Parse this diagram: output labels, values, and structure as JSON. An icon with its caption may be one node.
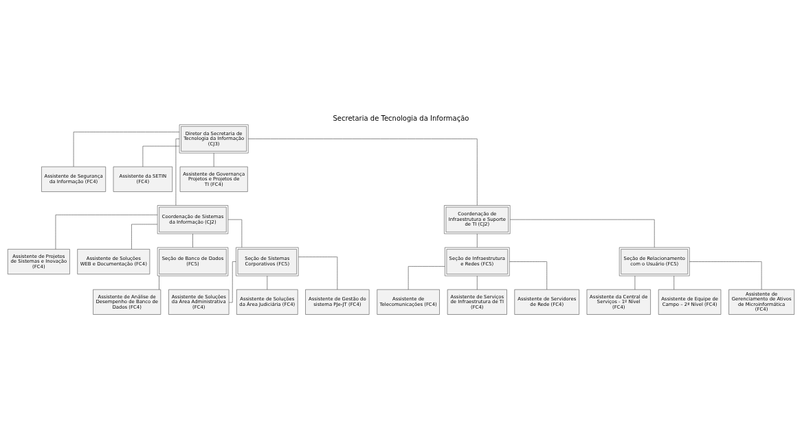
{
  "diagram": {
    "title": "Secretaria de Tecnologia da Informação",
    "nodes": [
      {
        "text": [
          "Diretor da Secretaria de Tecnologia da Informação (CJ3)"
        ]
      },
      {
        "text": [
          "Assistente de Segurança da Informação (FC4)"
        ]
      },
      {
        "text": [
          "Assistente da SETIN (FC4)"
        ]
      },
      {
        "text": [
          "Assistente de Governança Projetos e Projetos de TI (FC4)"
        ]
      },
      {
        "text": [
          "Coordenação de Sistemas da Informação (CJ2)"
        ]
      },
      {
        "text": [
          "Coordenação de Infraestrutura e Suporte de TI (CJ2)"
        ]
      },
      {
        "text": [
          "Assistente de Projetos de Sistemas e Inovação (FC4)"
        ]
      },
      {
        "text": [
          "Assistente de Soluções WEB e Documentação (FC4)"
        ]
      },
      {
        "text": [
          "Seção de Banco de Dados (FC5)"
        ]
      },
      {
        "text": [
          "Seção de Sistemas Corporativos (FC5)"
        ]
      },
      {
        "text": [
          "Assistente de Análise de Desempenho de Banco de Dados (FC4)"
        ]
      },
      {
        "text": [
          "Assistente de Soluções da Área Administrativa (FC4)"
        ]
      },
      {
        "text": [
          "Assistente de Soluções da Área Judiciária (FC4)"
        ]
      },
      {
        "text": [
          "Assistente de Gestão do sistema PJe-JT (FC4)"
        ]
      },
      {
        "text": [
          "Seção de Infraestrutura e Redes (FC5)"
        ]
      },
      {
        "text": [
          "Seção de Relacionamento com o Usuário (FC5)"
        ]
      },
      {
        "text": [
          "Assistente de Telecomunicações (FC4)"
        ]
      },
      {
        "text": [
          "Assistente de Serviços de Infraestrutura de TI (FC4)"
        ]
      },
      {
        "text": [
          "Assistente de Servidores de Rede (FC4)"
        ]
      },
      {
        "text": [
          "Assistente da Central de Serviços - 1º Nível (FC4)"
        ]
      },
      {
        "text": [
          "Assistente de Equipe de Campo – 2ª Nível (FC4)"
        ]
      },
      {
        "text": [
          "Assistente de Gerenciamento de Ativos de Microinformática (FC4)"
        ]
      }
    ],
    "edges": [
      {
        "from": 0,
        "to": 1,
        "arrow": "none"
      },
      {
        "from": 0,
        "to": 2,
        "arrow": "none"
      },
      {
        "from": 0,
        "to": 3,
        "arrow": "none"
      },
      {
        "from": 0,
        "to": 4,
        "arrow": "none"
      },
      {
        "from": 0,
        "to": 5,
        "arrow": "none"
      },
      {
        "from": 4,
        "to": 6,
        "arrow": "none"
      },
      {
        "from": 4,
        "to": 7,
        "arrow": "none"
      },
      {
        "from": 4,
        "to": 8,
        "arrow": "none"
      },
      {
        "from": 4,
        "to": 9,
        "arrow": "none"
      },
      {
        "from": 8,
        "to": 10,
        "arrow": "none"
      },
      {
        "from": 9,
        "to": 11,
        "arrow": "none"
      },
      {
        "from": 9,
        "to": 12,
        "arrow": "none"
      },
      {
        "from": 9,
        "to": 13,
        "arrow": "none"
      },
      {
        "from": 5,
        "to": 14,
        "arrow": "none"
      },
      {
        "from": 5,
        "to": 15,
        "arrow": "none"
      },
      {
        "from": 14,
        "to": 16,
        "arrow": "none"
      },
      {
        "from": 14,
        "to": 17,
        "arrow": "none"
      },
      {
        "from": 14,
        "to": 18,
        "arrow": "none"
      },
      {
        "from": 15,
        "to": 19,
        "arrow": "none"
      },
      {
        "from": 15,
        "to": 20,
        "arrow": "none"
      },
      {
        "from": 15,
        "to": 21,
        "arrow": "none"
      }
    ]
  }
}
